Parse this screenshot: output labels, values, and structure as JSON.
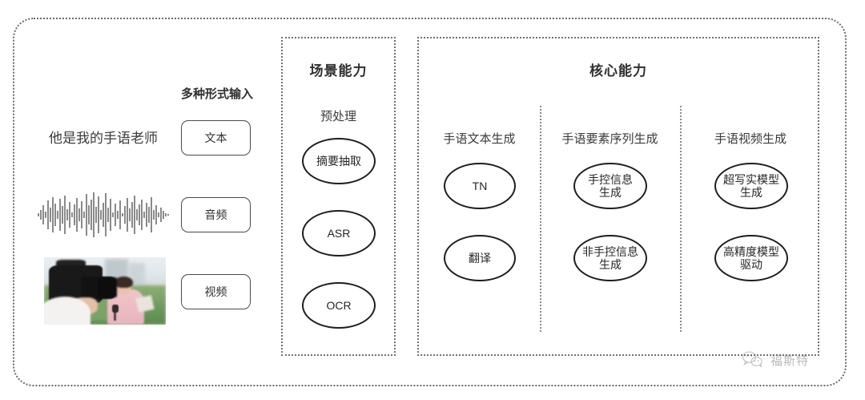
{
  "diagram": {
    "title_hidden": "",
    "input_section": {
      "header": "多种形式输入",
      "sample_sentence": "他是我的手语老师",
      "modalities": [
        {
          "name": "text",
          "label": "文本",
          "visual": "sentence"
        },
        {
          "name": "audio",
          "label": "音频",
          "visual": "waveform"
        },
        {
          "name": "video",
          "label": "视频",
          "visual": "thumbnail"
        }
      ]
    },
    "scene_panel": {
      "title": "场景能力",
      "subtitle": "预处理",
      "nodes": [
        "摘要抽取",
        "ASR",
        "OCR"
      ]
    },
    "core_panel": {
      "title": "核心能力",
      "columns": [
        {
          "header": "手语文本生成",
          "nodes": [
            "TN",
            "翻译"
          ]
        },
        {
          "header": "手语要素序列生成",
          "nodes": [
            "手控信息\n生成",
            "非手控信息\n生成"
          ]
        },
        {
          "header": "手语视频生成",
          "nodes": [
            "超写实模型\n生成",
            "高精度模型\n驱动"
          ]
        }
      ]
    },
    "watermark": {
      "icon": "wechat-icon",
      "text": "福斯特"
    },
    "colors": {
      "frame": "#6b6b6b",
      "panel_border": "#707070",
      "divider": "#8a8a8a",
      "ellipse_stroke": "#1d1d1d",
      "box_stroke": "#4a4a4a",
      "text": "#3a3a3a",
      "background": "#ffffff"
    }
  }
}
